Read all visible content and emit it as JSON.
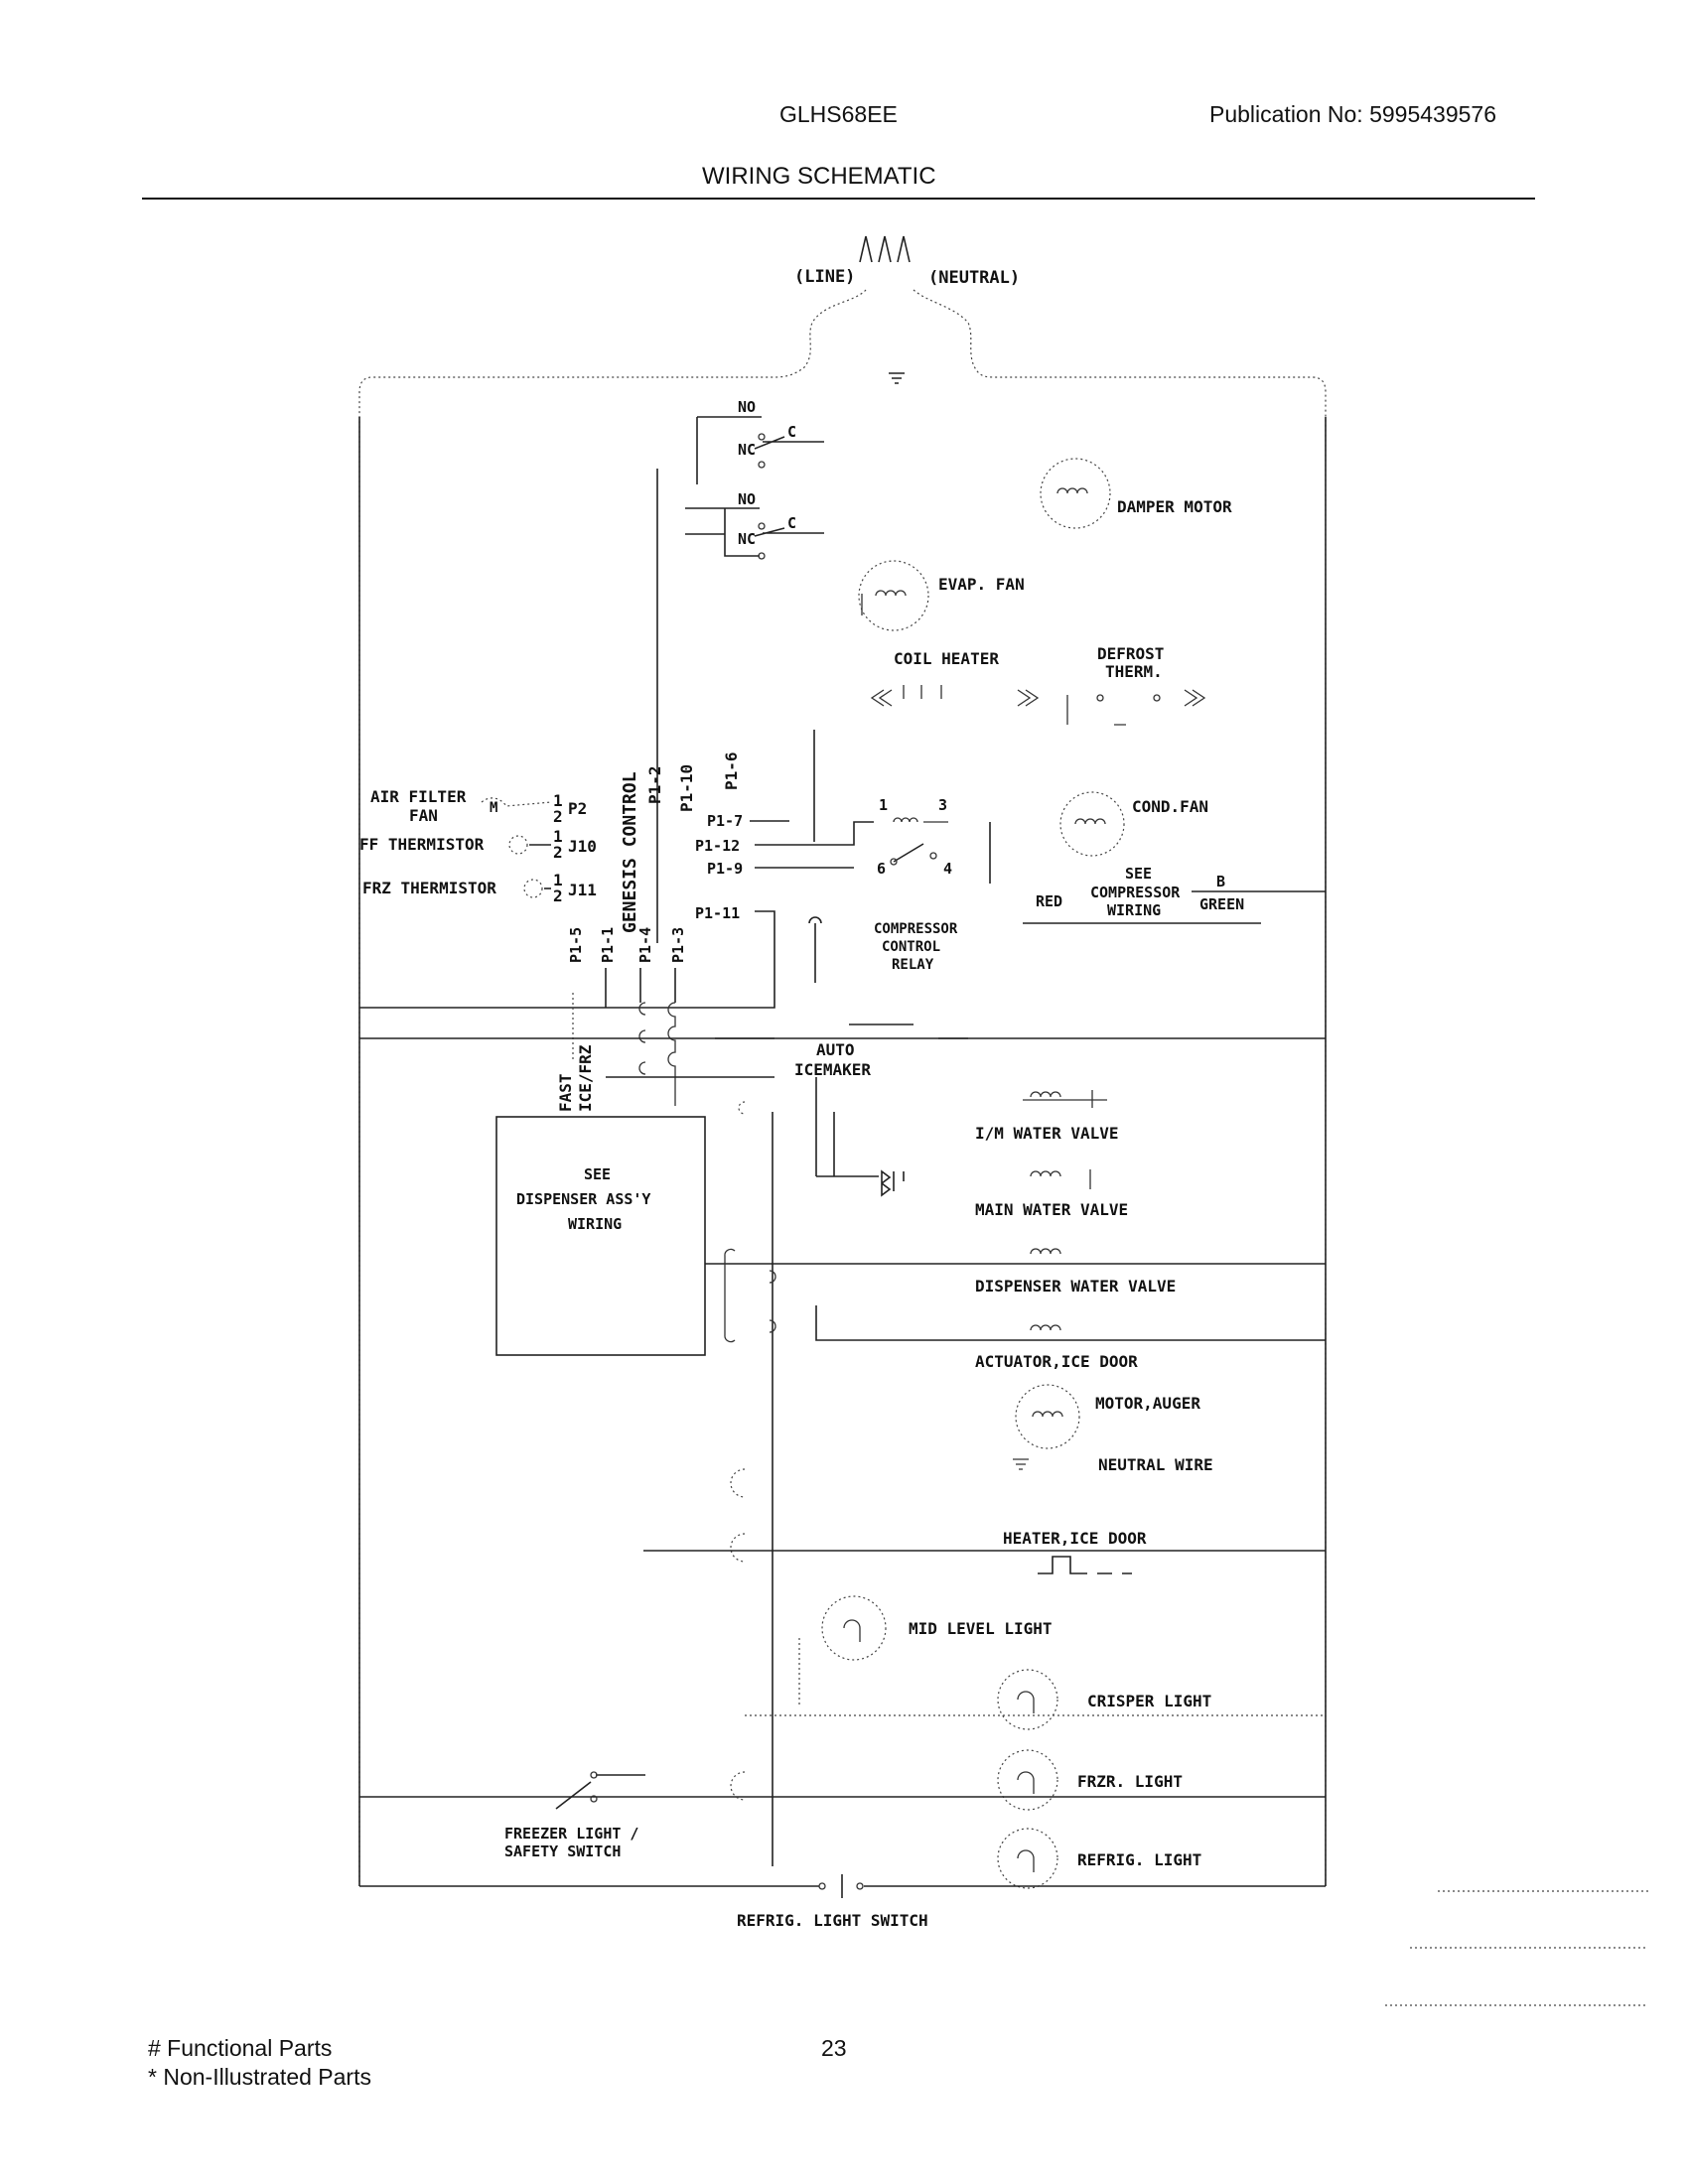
{
  "header": {
    "model": "GLHS68EE",
    "publication": "Publication No:  5995439576",
    "title": "WIRING SCHEMATIC"
  },
  "footer": {
    "functional": "# Functional Parts",
    "non_illustrated": "* Non-Illustrated Parts",
    "page": "23"
  },
  "labels": {
    "line": "(LINE)",
    "neutral": "(NEUTRAL)",
    "no1": "NO",
    "nc1": "NC",
    "c1": "C",
    "no2": "NO",
    "nc2": "NC",
    "c2": "C",
    "damper_motor": "DAMPER MOTOR",
    "evap_fan": "EVAP. FAN",
    "coil_heater": "COIL HEATER",
    "defrost_1": "DEFROST",
    "defrost_2": "THERM.",
    "air_filter_1": "AIR FILTER",
    "air_filter_2": "FAN",
    "m": "M",
    "p2": "P2",
    "ff_thermistor": "FF THERMISTOR",
    "j10": "J10",
    "frz_thermistor": "FRZ THERMISTOR",
    "j11": "J11",
    "pin_1": "1",
    "pin_2": "2",
    "genesis_control": "GENESIS CONTROL",
    "p1_2": "P1-2",
    "p1_10": "P1-10",
    "p1_6": "P1-6",
    "p1_7": "P1-7",
    "p1_12": "P1-12",
    "p1_9": "P1-9",
    "p1_11": "P1-11",
    "p1_5": "P1-5",
    "p1_1": "P1-1",
    "p1_4": "P1-4",
    "p1_3": "P1-3",
    "relay_1": "1",
    "relay_3": "3",
    "relay_6": "6",
    "relay_4": "4",
    "compressor_relay_1": "COMPRESSOR",
    "compressor_relay_2": "CONTROL",
    "compressor_relay_3": "RELAY",
    "cond_fan": "COND.FAN",
    "see_comp_1": "SEE",
    "see_comp_2": "COMPRESSOR",
    "see_comp_3": "WIRING",
    "red": "RED",
    "b": "B",
    "green": "GREEN",
    "auto_1": "AUTO",
    "auto_2": "ICEMAKER",
    "fast_1": "FAST",
    "fast_2": "ICE/FRZ",
    "see_disp_1": "SEE",
    "see_disp_2": "DISPENSER ASS'Y",
    "see_disp_3": "WIRING",
    "im_valve": "I/M WATER VALVE",
    "main_valve": "MAIN WATER VALVE",
    "disp_valve": "DISPENSER WATER VALVE",
    "actuator": "ACTUATOR,ICE DOOR",
    "motor_auger": "MOTOR,AUGER",
    "neutral_wire": "NEUTRAL WIRE",
    "heater": "HEATER,ICE DOOR",
    "mid_light": "MID LEVEL LIGHT",
    "crisper_light": "CRISPER LIGHT",
    "frzr_light": "FRZR. LIGHT",
    "freezer_switch_1": "FREEZER LIGHT /",
    "freezer_switch_2": "SAFETY SWITCH",
    "refrig_light": "REFRIG. LIGHT",
    "refrig_switch": "REFRIG. LIGHT SWITCH"
  }
}
